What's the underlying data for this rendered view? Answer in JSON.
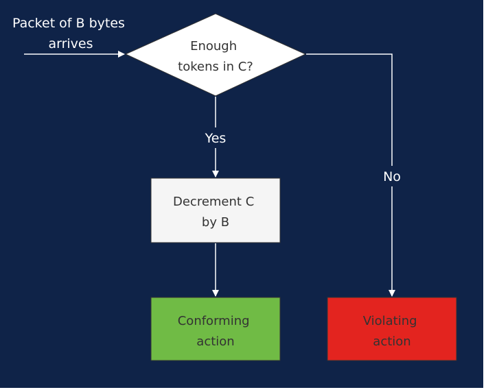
{
  "diagram": {
    "input_label": [
      "Packet of B bytes",
      "arrives"
    ],
    "decision": [
      "Enough",
      "tokens in C?"
    ],
    "yes_label": "Yes",
    "no_label": "No",
    "decrement_box": [
      "Decrement C",
      "by B"
    ],
    "conforming_box": [
      "Conforming",
      "action"
    ],
    "violating_box": [
      "Violating",
      "action"
    ]
  },
  "colors": {
    "background": "#0f2348",
    "line": "#ffffff",
    "decrement_fill": "#f5f5f5",
    "conforming_fill": "#70bb45",
    "violating_fill": "#e3241f",
    "box_text": "#333333"
  }
}
